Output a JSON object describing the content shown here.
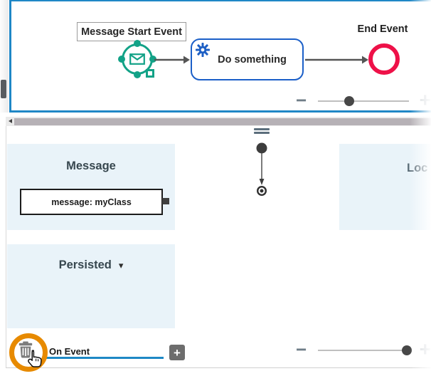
{
  "colors": {
    "canvas_border_blue": "#1f87c6",
    "task_border_blue": "#1b5fc8",
    "event_green": "#12a287",
    "event_red": "#ee1148",
    "panel_blue": "#e9f3f9",
    "highlight_orange": "#e78a00",
    "field_underline_blue": "#1e88c5"
  },
  "glyphs": {
    "minus": "−",
    "plus": "+",
    "caret_down": "▾"
  },
  "diagram": {
    "start_event_label": "Message Start Event",
    "task_label": "Do something",
    "end_event_label": "End Event",
    "zoom_level_pct": 33
  },
  "properties": {
    "message_section": {
      "title": "Message",
      "item": "message: myClass"
    },
    "local_section": {
      "title": "Loc"
    },
    "persisted_section": {
      "title": "Persisted"
    },
    "footer": {
      "field_label": "On Event",
      "add_button": "+"
    },
    "zoom_level_pct": 94
  },
  "icons": {
    "gear": "gear-icon",
    "envelope": "message-envelope-icon",
    "trash": "trash-icon",
    "hand_cursor": "hand-cursor-icon",
    "scroll_left_arrow": "scroll-left-arrow-icon",
    "splitter": "splitter-handle-icon"
  }
}
